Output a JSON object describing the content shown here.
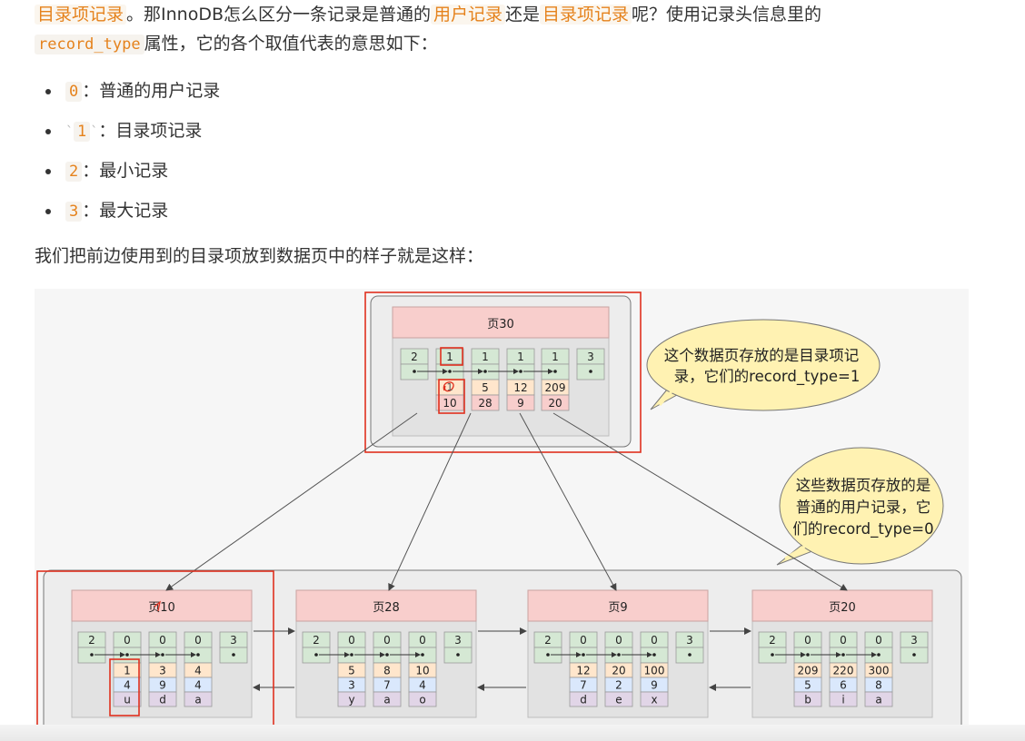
{
  "intro": {
    "term_dir": "目录项记录",
    "t1": "。那InnoDB怎么区分一条记录是普通的",
    "term_user": "用户记录",
    "t2": "还是",
    "term_dir2": "目录项记录",
    "t3": "呢？使用记录头信息里的",
    "code_record_type": "record_type",
    "t4": "属性，它的各个取值代表的意思如下："
  },
  "types": [
    {
      "code": "0",
      "label": "：普通的用户记录"
    },
    {
      "code": "1",
      "label": "：目录项记录"
    },
    {
      "code": "2",
      "label": "：最小记录"
    },
    {
      "code": "3",
      "label": "：最大记录"
    }
  ],
  "lead": "我们把前边使用到的目录项放到数据页中的样子就是这样：",
  "diagram": {
    "root": {
      "title": "页30",
      "types": [
        "2",
        "1",
        "1",
        "1",
        "1",
        "3"
      ],
      "keys": [
        "1",
        "5",
        "12",
        "209"
      ],
      "pages": [
        "10",
        "28",
        "9",
        "20"
      ]
    },
    "callout_top": [
      "这个数据页存放的是目录项记",
      "录，它们的record_type=1"
    ],
    "callout_leaf": [
      "这些数据页存放的是",
      "普通的用户记录，它",
      "们的record_type=0"
    ],
    "leaves": [
      {
        "title": "页10",
        "types": [
          "2",
          "0",
          "0",
          "0",
          "3"
        ],
        "c1": [
          "1",
          "3",
          "4"
        ],
        "c2": [
          "4",
          "9",
          "4"
        ],
        "c3": [
          "u",
          "d",
          "a"
        ]
      },
      {
        "title": "页28",
        "types": [
          "2",
          "0",
          "0",
          "0",
          "3"
        ],
        "c1": [
          "5",
          "8",
          "10"
        ],
        "c2": [
          "3",
          "7",
          "4"
        ],
        "c3": [
          "y",
          "a",
          "o"
        ]
      },
      {
        "title": "页9",
        "types": [
          "2",
          "0",
          "0",
          "0",
          "3"
        ],
        "c1": [
          "12",
          "20",
          "100"
        ],
        "c2": [
          "7",
          "2",
          "9"
        ],
        "c3": [
          "d",
          "e",
          "x"
        ]
      },
      {
        "title": "页20",
        "types": [
          "2",
          "0",
          "0",
          "0",
          "3"
        ],
        "c1": [
          "209",
          "220",
          "300"
        ],
        "c2": [
          "5",
          "6",
          "8"
        ],
        "c3": [
          "b",
          "i",
          "a"
        ]
      }
    ]
  },
  "colors": {
    "header": "#f8cecc",
    "record": "#d5e8d4",
    "key": "#ffe6cc",
    "c2": "#dae8fc",
    "c3": "#e1d5e7",
    "highlight": "#e0301e",
    "callout": "#fff2b2",
    "accent": "#e5821c"
  }
}
